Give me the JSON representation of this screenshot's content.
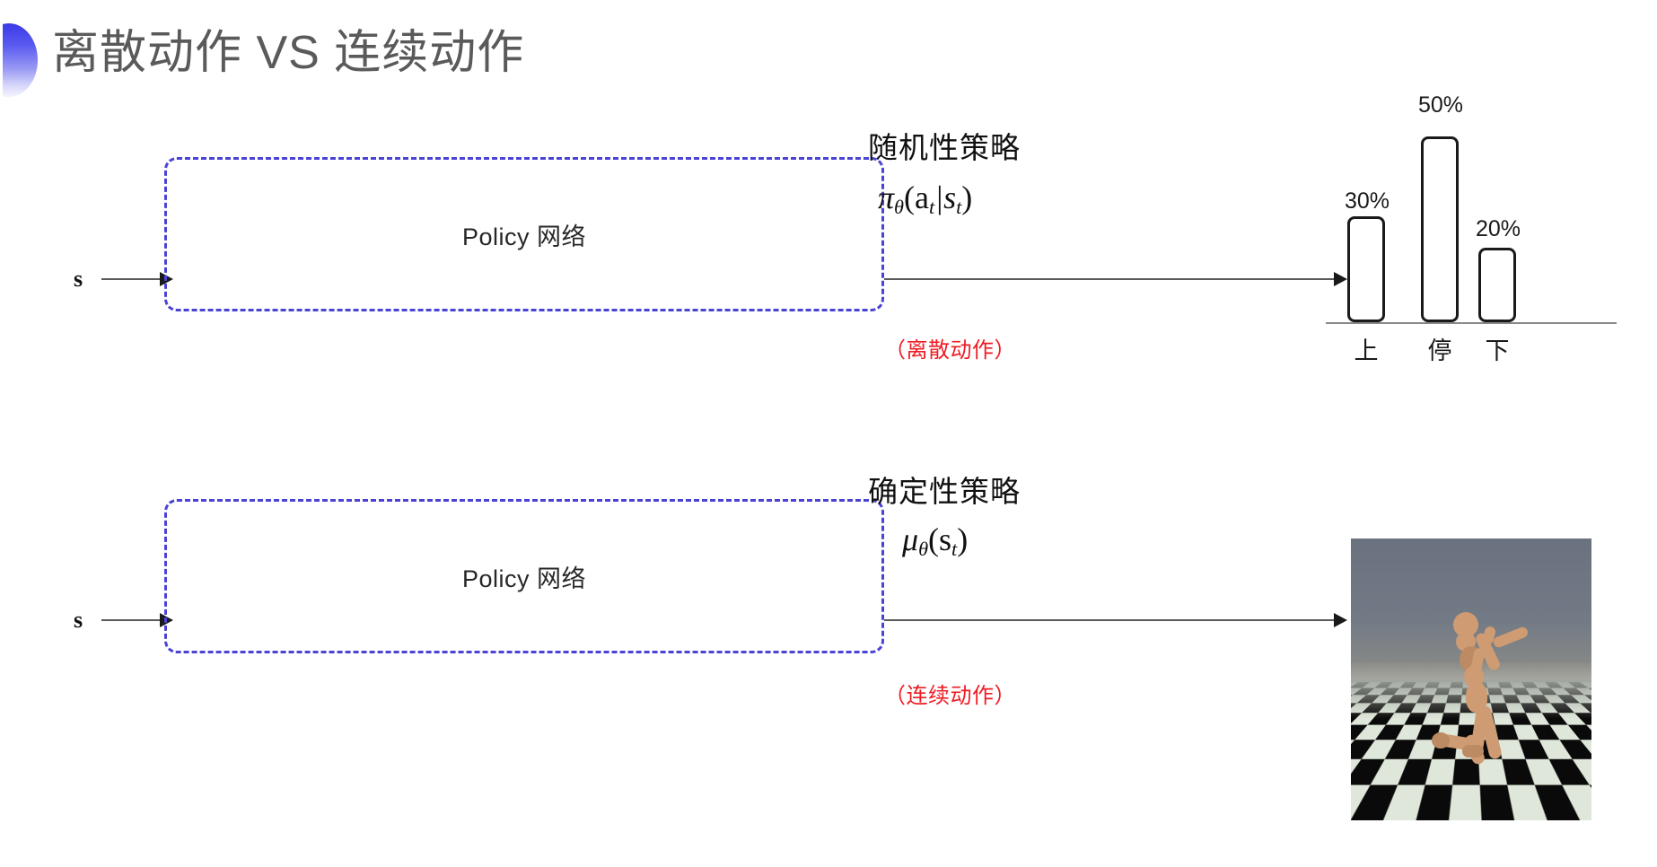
{
  "slide": {
    "title": "离散动作 VS 连续动作",
    "decoration_icon": "half-circle-gradient-icon",
    "accent_color": "#4a43d6",
    "title_color": "#5a5a5a",
    "highlight_color": "#ee1c24"
  },
  "rows": [
    {
      "id": "discrete",
      "input_label": "s",
      "box_label": "Policy 网络",
      "policy_kind": "随机性策略",
      "formula_main": "π",
      "formula_sub1": "θ",
      "formula_args": "(a",
      "formula_sub2": "t",
      "formula_sep": "|s",
      "formula_sub3": "t",
      "formula_close": ")",
      "formula_plain": "π_θ(a_t|s_t)",
      "action_type": "（离散动作）",
      "output_kind": "bar-chart"
    },
    {
      "id": "continuous",
      "input_label": "s",
      "box_label": "Policy 网络",
      "policy_kind": "确定性策略",
      "formula_main": "μ",
      "formula_sub1": "θ",
      "formula_args": "(s",
      "formula_sub2": "t",
      "formula_close": ")",
      "formula_plain": "μ_θ(s_t)",
      "action_type": "（连续动作）",
      "output_kind": "humanoid-simulation",
      "output_caption": "MuJoCo humanoid on checkerboard floor"
    }
  ],
  "chart_data": {
    "type": "bar",
    "title": "",
    "categories": [
      "上",
      "停",
      "下"
    ],
    "values": [
      30,
      50,
      20
    ],
    "value_labels": [
      "30%",
      "50%",
      "20%"
    ],
    "xlabel": "",
    "ylabel": "",
    "ylim": [
      0,
      60
    ],
    "grid": false,
    "legend": "none",
    "bar_style": "outlined",
    "bar_border_color": "#1a1a1a",
    "bar_fill_color": "#ffffff"
  }
}
